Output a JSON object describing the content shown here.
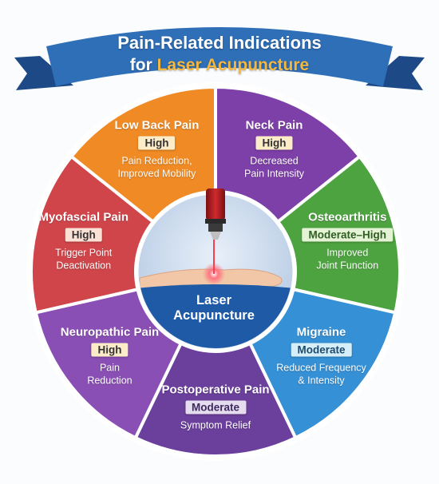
{
  "banner": {
    "title_line1": "Pain-Related Indications",
    "title_prefix": "for ",
    "title_accent": "Laser Acupuncture",
    "colors": {
      "ribbon": "#2f6fb8",
      "ribbon_dark": "#1d4a86",
      "accent": "#f5b73d"
    }
  },
  "center": {
    "line1": "Laser",
    "line2": "Acupuncture",
    "icons": [
      "laser-pen-icon",
      "hand-icon"
    ]
  },
  "segments": [
    {
      "name": "neck-pain",
      "title": "Neck Pain",
      "level": "High",
      "desc": [
        "Decreased",
        "Pain Intensity"
      ],
      "color": "#7d3fa8",
      "badge_bg": "#fdecc8",
      "badge_fg": "#333333"
    },
    {
      "name": "osteoarthritis",
      "title": "Osteoarthritis",
      "level": "Moderate–High",
      "desc": [
        "Improved",
        "Joint Function"
      ],
      "color": "#4ea341",
      "badge_bg": "#e4f2d5",
      "badge_fg": "#2f5e22"
    },
    {
      "name": "migraine",
      "title": "Migraine",
      "level": "Moderate",
      "desc": [
        "Reduced Frequency",
        "& Intensity"
      ],
      "color": "#3590d6",
      "badge_bg": "#d6eef7",
      "badge_fg": "#1d4a6e"
    },
    {
      "name": "postoperative-pain",
      "title": "Postoperative Pain",
      "level": "Moderate",
      "desc": [
        "Symptom Relief"
      ],
      "color": "#6b3f9c",
      "badge_bg": "#e6dcef",
      "badge_fg": "#3d2a5e"
    },
    {
      "name": "neuropathic-pain",
      "title": "Neuropathic Pain",
      "level": "High",
      "desc": [
        "Pain",
        "Reduction"
      ],
      "color": "#8a4fb5",
      "badge_bg": "#fdecc8",
      "badge_fg": "#333333"
    },
    {
      "name": "myofascial-pain",
      "title": "Myofascial Pain",
      "level": "High",
      "desc": [
        "Trigger Point",
        "Deactivation"
      ],
      "color": "#d0454a",
      "badge_bg": "#fbe0d6",
      "badge_fg": "#333333"
    },
    {
      "name": "low-back-pain",
      "title": "Low Back Pain",
      "level": "High",
      "desc": [
        "Pain Reduction,",
        "Improved Mobility"
      ],
      "color": "#f08a24",
      "badge_bg": "#fdecc8",
      "badge_fg": "#333333"
    }
  ]
}
